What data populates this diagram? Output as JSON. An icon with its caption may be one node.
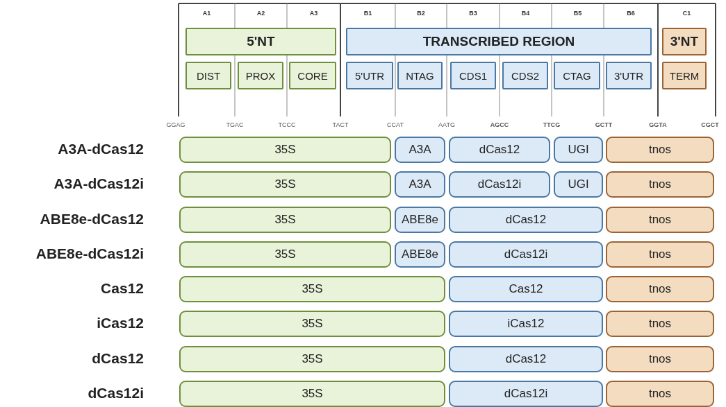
{
  "diagram": {
    "nodes": [
      {
        "text": [
          "5'NT"
        ]
      },
      {
        "text": [
          "TRANSCRIBED REGION"
        ]
      },
      {
        "text": [
          "3'NT"
        ]
      },
      {
        "text": [
          "DIST"
        ]
      },
      {
        "text": [
          "PROX"
        ]
      },
      {
        "text": [
          "CORE"
        ]
      },
      {
        "text": [
          "5'UTR"
        ]
      },
      {
        "text": [
          "NTAG"
        ]
      },
      {
        "text": [
          "CDS1"
        ]
      },
      {
        "text": [
          "CDS2"
        ]
      },
      {
        "text": [
          "CTAG"
        ]
      },
      {
        "text": [
          "3'UTR"
        ]
      },
      {
        "text": [
          "TERM"
        ]
      },
      {
        "text": [
          "35S"
        ]
      },
      {
        "text": [
          "A3A"
        ]
      },
      {
        "text": [
          "dCas12"
        ]
      },
      {
        "text": [
          "UGI"
        ]
      },
      {
        "text": [
          "tnos"
        ]
      },
      {
        "text": [
          "35S"
        ]
      },
      {
        "text": [
          "A3A"
        ]
      },
      {
        "text": [
          "dCas12i"
        ]
      },
      {
        "text": [
          "UGI"
        ]
      },
      {
        "text": [
          "tnos"
        ]
      },
      {
        "text": [
          "35S"
        ]
      },
      {
        "text": [
          "ABE8e"
        ]
      },
      {
        "text": [
          "dCas12"
        ]
      },
      {
        "text": [
          "tnos"
        ]
      },
      {
        "text": [
          "35S"
        ]
      },
      {
        "text": [
          "ABE8e"
        ]
      },
      {
        "text": [
          "dCas12i"
        ]
      },
      {
        "text": [
          "tnos"
        ]
      },
      {
        "text": [
          "35S"
        ]
      },
      {
        "text": [
          "Cas12"
        ]
      },
      {
        "text": [
          "tnos"
        ]
      },
      {
        "text": [
          "35S"
        ]
      },
      {
        "text": [
          "iCas12"
        ]
      },
      {
        "text": [
          "tnos"
        ]
      },
      {
        "text": [
          "35S"
        ]
      },
      {
        "text": [
          "dCas12"
        ]
      },
      {
        "text": [
          "tnos"
        ]
      },
      {
        "text": [
          "35S"
        ]
      },
      {
        "text": [
          "dCas12i"
        ]
      },
      {
        "text": [
          "tnos"
        ]
      }
    ],
    "labels": [
      "A1",
      "A2",
      "A3",
      "B1",
      "B2",
      "B3",
      "B4",
      "B5",
      "B6",
      "C1",
      "GGAG",
      "TGAC",
      "TCCC",
      "TACT",
      "CCAT",
      "AATG",
      "AGCC",
      "TTCG",
      "GCTT",
      "GGTA",
      "CGCT",
      "A3A-dCas12",
      "A3A-dCas12i",
      "ABE8e-dCas12",
      "ABE8e-dCas12i",
      "Cas12",
      "iCas12",
      "dCas12",
      "dCas12i"
    ]
  }
}
